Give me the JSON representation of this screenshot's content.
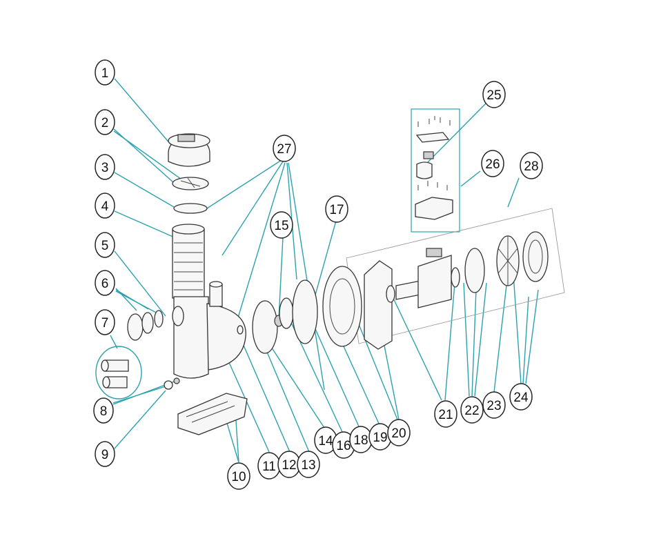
{
  "callouts": [
    {
      "label": "1"
    },
    {
      "label": "2"
    },
    {
      "label": "3"
    },
    {
      "label": "4"
    },
    {
      "label": "5"
    },
    {
      "label": "6"
    },
    {
      "label": "7"
    },
    {
      "label": "8"
    },
    {
      "label": "9"
    },
    {
      "label": "10"
    },
    {
      "label": "11"
    },
    {
      "label": "12"
    },
    {
      "label": "13"
    },
    {
      "label": "14"
    },
    {
      "label": "15"
    },
    {
      "label": "16"
    },
    {
      "label": "17"
    },
    {
      "label": "18"
    },
    {
      "label": "19"
    },
    {
      "label": "20"
    },
    {
      "label": "21"
    },
    {
      "label": "22"
    },
    {
      "label": "23"
    },
    {
      "label": "24"
    },
    {
      "label": "25"
    },
    {
      "label": "26"
    },
    {
      "label": "27"
    },
    {
      "label": "28"
    }
  ],
  "colors": {
    "leader": "#2aa1ad",
    "outline": "#333333",
    "background": "#ffffff"
  }
}
